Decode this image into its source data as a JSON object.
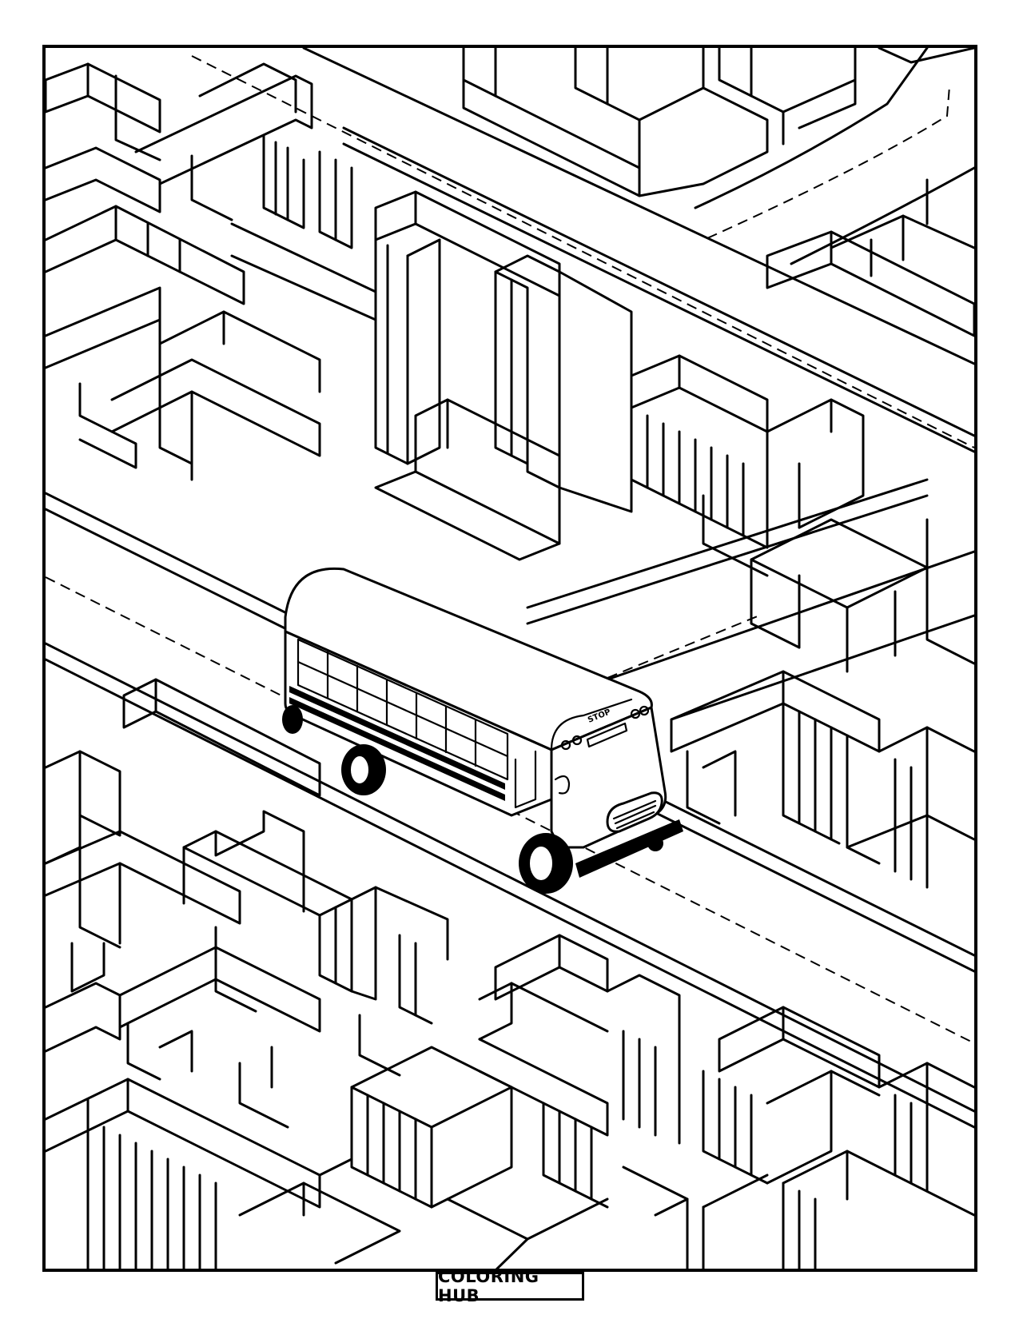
{
  "brand": {
    "label": "COLORING HUB"
  },
  "illustration": {
    "subject": "school-bus-on-isometric-city-street",
    "style": "black line art coloring page",
    "colors": {
      "ink": "#000000",
      "paper": "#ffffff"
    },
    "bus_sign_text": "STOP"
  }
}
